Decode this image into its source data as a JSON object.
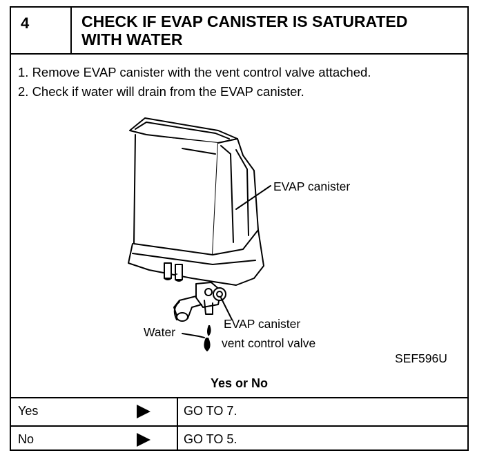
{
  "header": {
    "step_number": "4",
    "title_line1": "CHECK IF EVAP CANISTER IS SATURATED",
    "title_line2": "WITH WATER"
  },
  "instructions": [
    "1. Remove EVAP canister with the vent control valve attached.",
    "2. Check if water will drain from the EVAP canister."
  ],
  "figure": {
    "label_canister": "EVAP canister",
    "label_valve_line1": "EVAP canister",
    "label_valve_line2": "vent control valve",
    "label_water": "Water",
    "figure_code": "SEF596U"
  },
  "decision": {
    "heading": "Yes or No",
    "rows": [
      {
        "answer": "Yes",
        "action": "GO TO 7."
      },
      {
        "answer": "No",
        "action": "GO TO 5."
      }
    ]
  }
}
